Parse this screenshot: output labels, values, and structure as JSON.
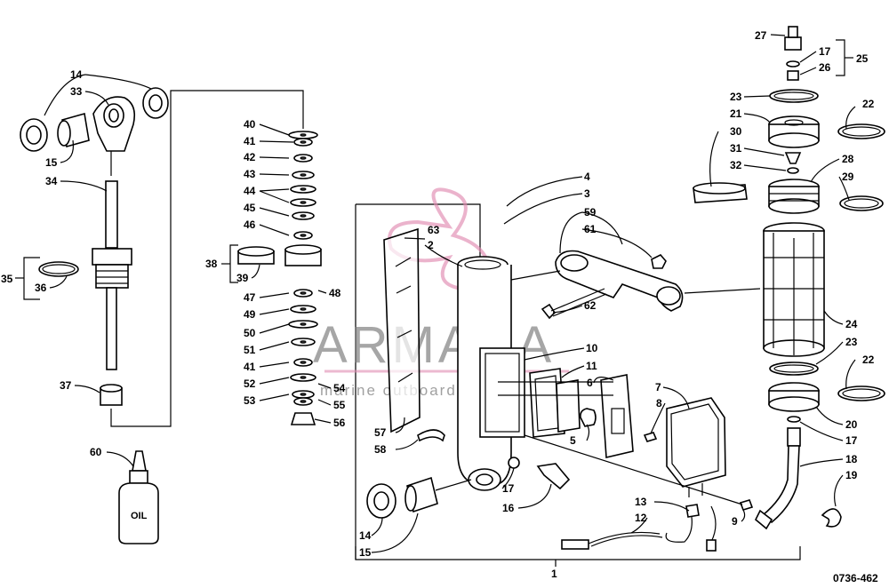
{
  "diagram_ref": "0736-462",
  "watermark": {
    "brand": "ARMADA",
    "tagline": "marine outboards"
  },
  "bottle_label": "OIL",
  "callouts": [
    {
      "id": "c14a",
      "text": "14"
    },
    {
      "id": "c33",
      "text": "33"
    },
    {
      "id": "c15a",
      "text": "15"
    },
    {
      "id": "c34",
      "text": "34"
    },
    {
      "id": "c35",
      "text": "35"
    },
    {
      "id": "c36",
      "text": "36"
    },
    {
      "id": "c37",
      "text": "37"
    },
    {
      "id": "c60",
      "text": "60"
    },
    {
      "id": "c40",
      "text": "40"
    },
    {
      "id": "c41a",
      "text": "41"
    },
    {
      "id": "c42",
      "text": "42"
    },
    {
      "id": "c43",
      "text": "43"
    },
    {
      "id": "c44",
      "text": "44"
    },
    {
      "id": "c45",
      "text": "45"
    },
    {
      "id": "c46",
      "text": "46"
    },
    {
      "id": "c38",
      "text": "38"
    },
    {
      "id": "c39",
      "text": "39"
    },
    {
      "id": "c47",
      "text": "47"
    },
    {
      "id": "c48",
      "text": "48"
    },
    {
      "id": "c49",
      "text": "49"
    },
    {
      "id": "c50",
      "text": "50"
    },
    {
      "id": "c51",
      "text": "51"
    },
    {
      "id": "c41b",
      "text": "41"
    },
    {
      "id": "c52",
      "text": "52"
    },
    {
      "id": "c53",
      "text": "53"
    },
    {
      "id": "c54",
      "text": "54"
    },
    {
      "id": "c55",
      "text": "55"
    },
    {
      "id": "c56",
      "text": "56"
    },
    {
      "id": "c63",
      "text": "63"
    },
    {
      "id": "c2",
      "text": "2"
    },
    {
      "id": "c4",
      "text": "4"
    },
    {
      "id": "c3",
      "text": "3"
    },
    {
      "id": "c59",
      "text": "59"
    },
    {
      "id": "c61",
      "text": "61"
    },
    {
      "id": "c62",
      "text": "62"
    },
    {
      "id": "c10",
      "text": "10"
    },
    {
      "id": "c11",
      "text": "11"
    },
    {
      "id": "c6",
      "text": "6"
    },
    {
      "id": "c5",
      "text": "5"
    },
    {
      "id": "c7",
      "text": "7"
    },
    {
      "id": "c8",
      "text": "8"
    },
    {
      "id": "c57",
      "text": "57"
    },
    {
      "id": "c58",
      "text": "58"
    },
    {
      "id": "c17a",
      "text": "17"
    },
    {
      "id": "c16",
      "text": "16"
    },
    {
      "id": "c14b",
      "text": "14"
    },
    {
      "id": "c15b",
      "text": "15"
    },
    {
      "id": "c13",
      "text": "13"
    },
    {
      "id": "c12",
      "text": "12"
    },
    {
      "id": "c9",
      "text": "9"
    },
    {
      "id": "c1",
      "text": "1"
    },
    {
      "id": "c27",
      "text": "27"
    },
    {
      "id": "c17b",
      "text": "17"
    },
    {
      "id": "c26",
      "text": "26"
    },
    {
      "id": "c25",
      "text": "25"
    },
    {
      "id": "c23a",
      "text": "23"
    },
    {
      "id": "c22a",
      "text": "22"
    },
    {
      "id": "c21",
      "text": "21"
    },
    {
      "id": "c30",
      "text": "30"
    },
    {
      "id": "c31",
      "text": "31"
    },
    {
      "id": "c32",
      "text": "32"
    },
    {
      "id": "c28",
      "text": "28"
    },
    {
      "id": "c29",
      "text": "29"
    },
    {
      "id": "c24",
      "text": "24"
    },
    {
      "id": "c23b",
      "text": "23"
    },
    {
      "id": "c22b",
      "text": "22"
    },
    {
      "id": "c20",
      "text": "20"
    },
    {
      "id": "c17c",
      "text": "17"
    },
    {
      "id": "c18",
      "text": "18"
    },
    {
      "id": "c19",
      "text": "19"
    }
  ]
}
